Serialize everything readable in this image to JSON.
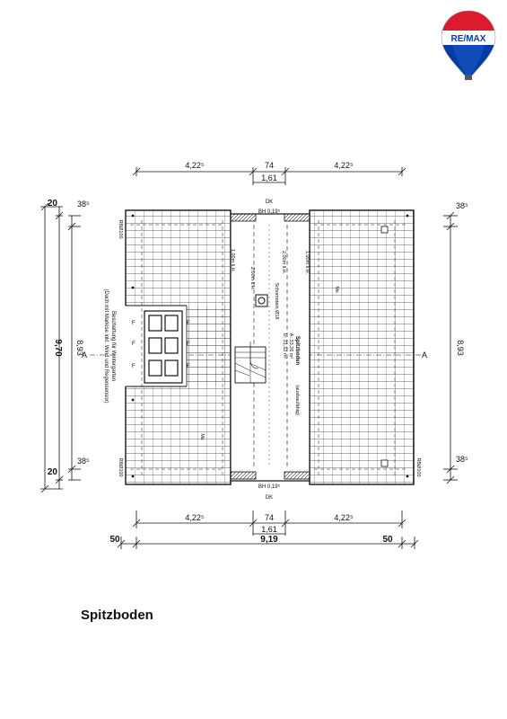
{
  "logo": {
    "brand": "RE/MAX",
    "colors": {
      "red": "#dc1c2e",
      "blue": "#003da5",
      "white": "#ffffff"
    }
  },
  "title": "Spitzboden",
  "dimensions": {
    "top_left": "4,22⁵",
    "top_mid": "74",
    "top_right": "4,22⁵",
    "top_total": "1,61",
    "bottom_left": "4,22⁵",
    "bottom_mid": "74",
    "bottom_right": "4,22⁵",
    "bottom_sub": "1,61",
    "overall_left": "50",
    "overall_mid": "9,19",
    "overall_right": "50",
    "left_top_20": "20",
    "left_top_38": "38⁵",
    "left_total": "9,70",
    "left_inner": "8,93",
    "left_bot_38": "38⁵",
    "left_bot_20": "20",
    "right_top_38": "38⁵",
    "right_inner": "8,93",
    "right_bot_38": "38⁵"
  },
  "labels": {
    "dk_top": "DK",
    "dk_bottom": "DK",
    "bh_top": "BH 0,19⁵",
    "bh_bottom": "BH 0,19⁵",
    "rbd_tl": "RBØ100",
    "rbd_tr": "RBØ100",
    "rbd_bl": "RBØ100",
    "rbd_br": "RBØ100",
    "h_left": "1,00m li.H.",
    "h_center_left": "2,00m li.H.",
    "h_center": "2,00m li.H.",
    "h_right": "1,00m li.H.",
    "chimney": "Schornstein Ø18",
    "room_name": "Spitzboden",
    "room_area_a": "A:  33,26 m²",
    "room_area_u": "U:  31,52 m²",
    "room_note": "(ausbaufähig)",
    "shade_1": "Beschattung für Wintergarten",
    "shade_2": "(Dach mit Markise inkl. Wind und Regensensor)",
    "section_left": "A",
    "section_right": "A",
    "window_mark": "F",
    "slope_left": "Ms",
    "slope_right": "Ms"
  }
}
